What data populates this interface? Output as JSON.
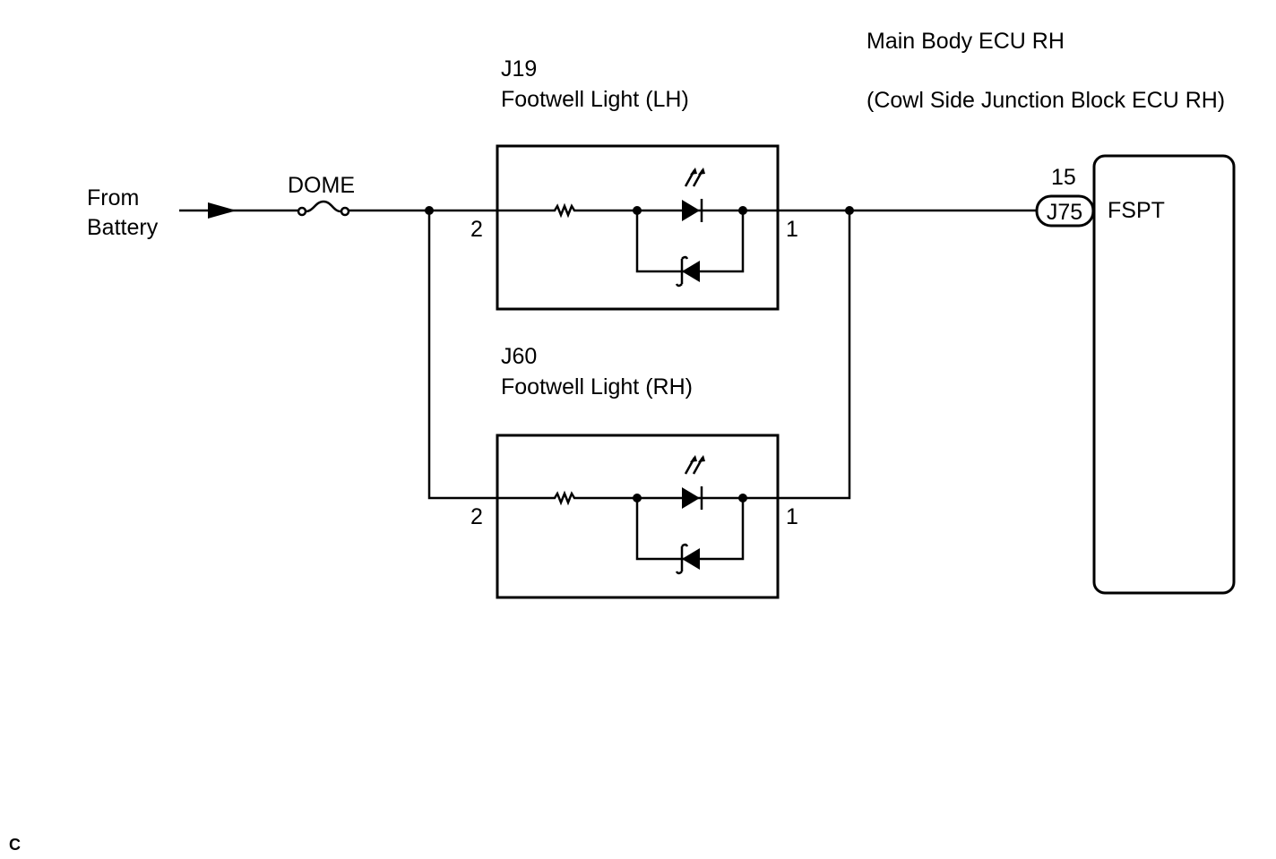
{
  "source": {
    "line1": "From",
    "line2": "Battery"
  },
  "fuse": {
    "label": "DOME"
  },
  "lights": [
    {
      "connector": "J19",
      "name": "Footwell Light (LH)",
      "pin_in": "2",
      "pin_out": "1"
    },
    {
      "connector": "J60",
      "name": "Footwell Light (RH)",
      "pin_in": "2",
      "pin_out": "1"
    }
  ],
  "ecu": {
    "name": "Main Body ECU RH",
    "subname": "(Cowl Side Junction Block ECU RH)",
    "connector": "J75",
    "pin": "15",
    "terminal": "FSPT"
  },
  "corner_code": "C"
}
